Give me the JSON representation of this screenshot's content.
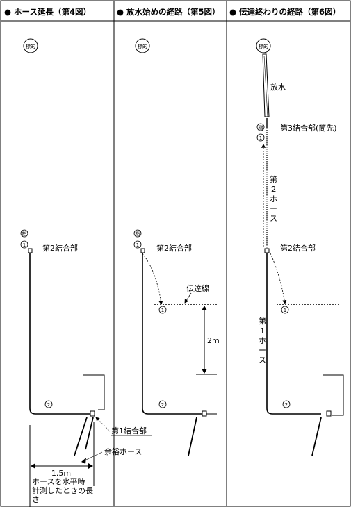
{
  "panels": [
    {
      "header": "● ホース延長（第4図）"
    },
    {
      "header": "● 放水始めの経路（第5図）"
    },
    {
      "header": "● 伝達終わりの経路（第6図）"
    }
  ],
  "labels": {
    "target": "標的",
    "holder": "指",
    "num1": "1",
    "num2": "2",
    "joint2": "第2結合部",
    "joint1": "第1結合部",
    "joint3": "第3結合部(筒先)",
    "spare_hose": "余裕ホース",
    "distance": "1.5m",
    "measure_line1": "ホースを水平時",
    "measure_line2": "計測したときの長",
    "measure_line3": "さ",
    "relay_line": "伝達線",
    "height": "2m",
    "spray": "放水",
    "hose2_v1": "第",
    "hose2_v2": "２",
    "hose2_v3": "ホ",
    "hose2_v4": "ー",
    "hose2_v5": "ス",
    "hose1_v1": "第",
    "hose1_v2": "１",
    "hose1_v3": "ホ",
    "hose1_v4": "ー",
    "hose1_v5": "ス"
  }
}
